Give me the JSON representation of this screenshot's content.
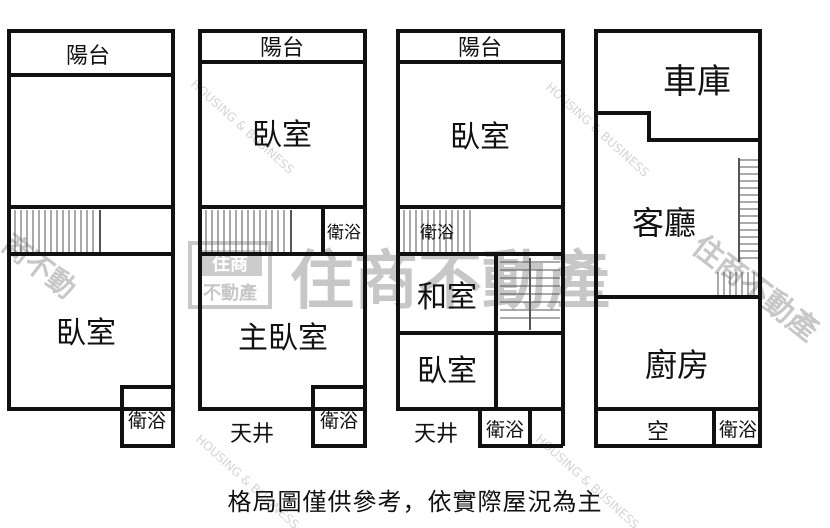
{
  "watermark": {
    "main": "住商不動產",
    "stamp_top": "住商",
    "stamp_bottom": "不動產",
    "fragment_right": "住商不動產",
    "fragment_left": "商不動",
    "diagonal": "HOUSING & BUSINESS"
  },
  "floors": [
    {
      "rooms": {
        "balcony": "陽台",
        "bedroom": "臥室",
        "bath": "衛浴"
      }
    },
    {
      "rooms": {
        "balcony": "陽台",
        "bedroom": "臥室",
        "bath_upper": "衛浴",
        "master": "主臥室",
        "bath_lower": "衛浴",
        "lightwell": "天井"
      }
    },
    {
      "rooms": {
        "balcony": "陽台",
        "bedroom_upper": "臥室",
        "bath_upper": "衛浴",
        "japanese": "和室",
        "bedroom_lower": "臥室",
        "lightwell": "天井",
        "bath_lower": "衛浴"
      }
    },
    {
      "rooms": {
        "garage": "車庫",
        "living": "客廳",
        "kitchen": "廚房",
        "empty": "空",
        "bath": "衛浴"
      }
    }
  ],
  "caption": "格局圖僅供參考，依實際屋況為主"
}
